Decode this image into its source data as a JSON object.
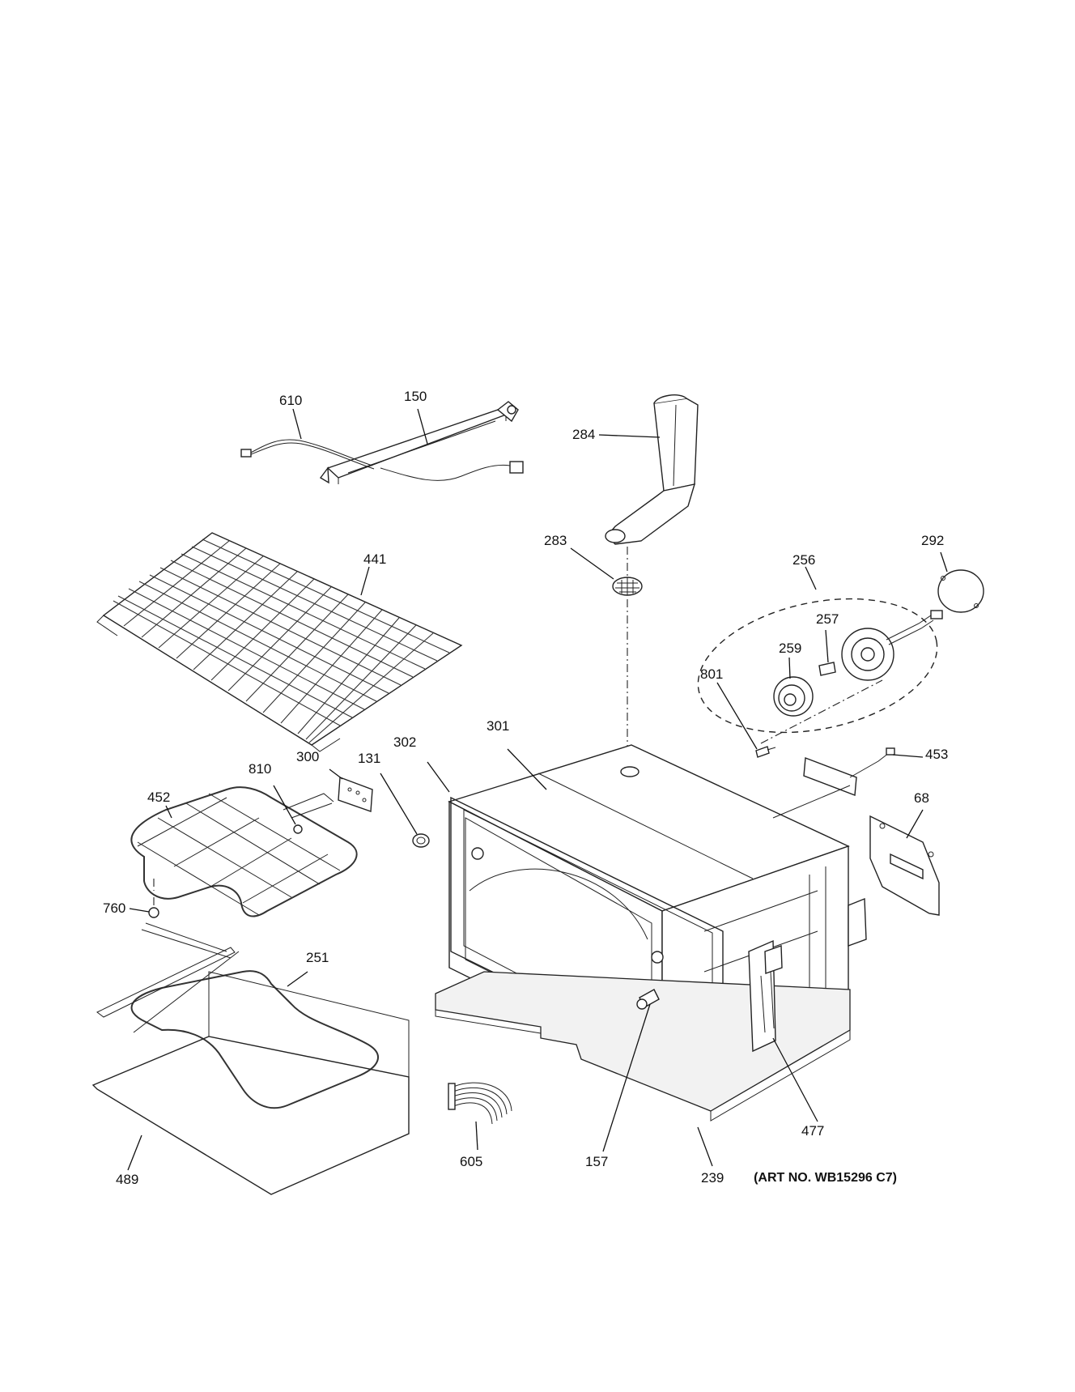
{
  "art_number": "(ART NO. WB15296 C7)",
  "callouts": {
    "p610": "610",
    "p150": "150",
    "p284": "284",
    "p283": "283",
    "p292": "292",
    "p256": "256",
    "p257": "257",
    "p259": "259",
    "p801": "801",
    "p441": "441",
    "p301": "301",
    "p302": "302",
    "p131": "131",
    "p300": "300",
    "p810": "810",
    "p452": "452",
    "p453": "453",
    "p68": "68",
    "p760": "760",
    "p251": "251",
    "p489": "489",
    "p605": "605",
    "p157": "157",
    "p239": "239",
    "p477": "477"
  }
}
